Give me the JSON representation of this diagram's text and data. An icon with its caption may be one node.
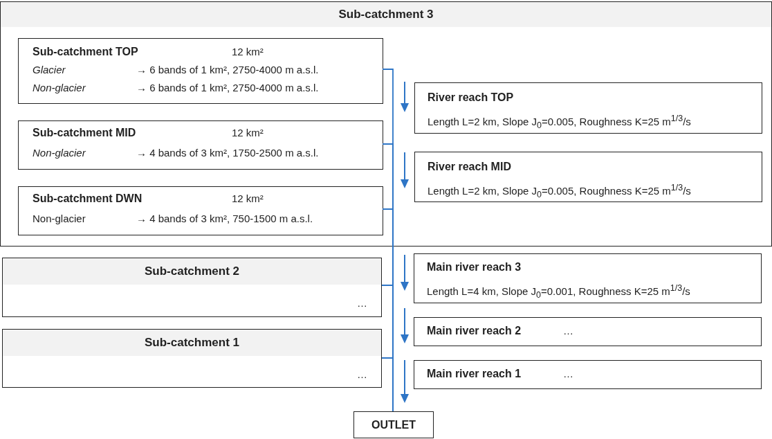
{
  "diagram": {
    "nodes": [
      {
        "text": [
          "Sub-catchment 3"
        ]
      },
      {
        "text": [
          "Sub-catchment TOP",
          "12 km²",
          "Glacier",
          "→ 6 bands of 1 km², 2750-4000 m a.s.l.",
          "Non-glacier",
          "→ 6 bands of 1 km², 2750-4000 m a.s.l."
        ],
        "in": 0
      },
      {
        "text": [
          "River reach TOP",
          "Length L=2 km, Slope J$_{0}$=0.005, Roughness K=25 m$^{1/3}$/s"
        ],
        "in": 0
      },
      {
        "text": [
          "Sub-catchment MID",
          "12 km²",
          "Non-glacier",
          "→ 4 bands of 3 km², 1750-2500 m a.s.l."
        ],
        "in": 0
      },
      {
        "text": [
          "River reach MID",
          "Length L=2 km, Slope J$_{0}$=0.005, Roughness K=25 m$^{1/3}$/s"
        ],
        "in": 0
      },
      {
        "text": [
          "Sub-catchment DWN",
          "12 km²",
          "Non-glacier",
          "→ 4 bands of 3 km²,  750-1500 m a.s.l."
        ],
        "in": 0
      },
      {
        "text": [
          "Sub-catchment 2",
          "…"
        ]
      },
      {
        "text": [
          "Main river reach  3",
          "Length L=4 km, Slope J$_{0}$=0.001, Roughness K=25 m$^{1/3}$/s"
        ]
      },
      {
        "text": [
          "Sub-catchment 1",
          "…"
        ]
      },
      {
        "text": [
          "Main river reach  2",
          "…"
        ]
      },
      {
        "text": [
          "Main river reach  1",
          "…"
        ]
      },
      {
        "text": [
          "OUTLET"
        ]
      }
    ],
    "edges": [
      {
        "from": 1,
        "to": 11,
        "arrow": "none"
      },
      {
        "from": 3,
        "to": 11,
        "arrow": "none"
      },
      {
        "from": 5,
        "to": 11,
        "arrow": "none"
      },
      {
        "from": 6,
        "to": 11,
        "arrow": "none"
      },
      {
        "from": 8,
        "to": 11,
        "arrow": "none"
      }
    ]
  }
}
